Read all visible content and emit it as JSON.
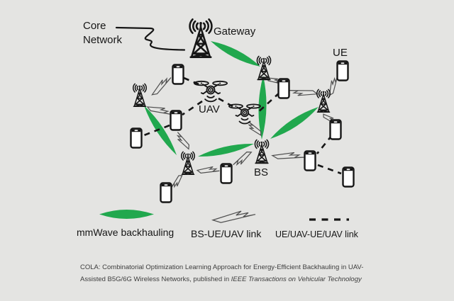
{
  "figure": {
    "labels": {
      "core_network": "Core Network",
      "gateway": "Gateway",
      "ue": "UE",
      "uav": "UAV",
      "bs": "BS"
    },
    "network_summary": {
      "gateway_count": 1,
      "base_station_count": 5,
      "uav_count": 2,
      "ue_count": 10,
      "mmwave_link_count": 5,
      "zigzag_link_count": 12,
      "dashed_link_count": 7
    }
  },
  "legend": {
    "items": [
      {
        "symbol": "mmwave-ellipse",
        "label": "mmWave backhauling"
      },
      {
        "symbol": "zigzag",
        "label": "BS-UE/UAV link"
      },
      {
        "symbol": "dashed-line",
        "label": "UE/UAV-UE/UAV link"
      }
    ]
  },
  "caption": {
    "line1": "COLA: Combinatorial Optimization Learning Approach for Energy-Efficient Backhauling in UAV-",
    "line2": "Assisted B5G/6G Wireless Networks, published in ",
    "journal_italic": "IEEE Transactions on Vehicular Technology"
  },
  "colors": {
    "background": "#e4e4e2",
    "mmwave_green": "#21a84e",
    "ink_black": "#161616",
    "zigzag_gray": "#4f4f4f",
    "caption_gray": "#3d3d3d"
  }
}
